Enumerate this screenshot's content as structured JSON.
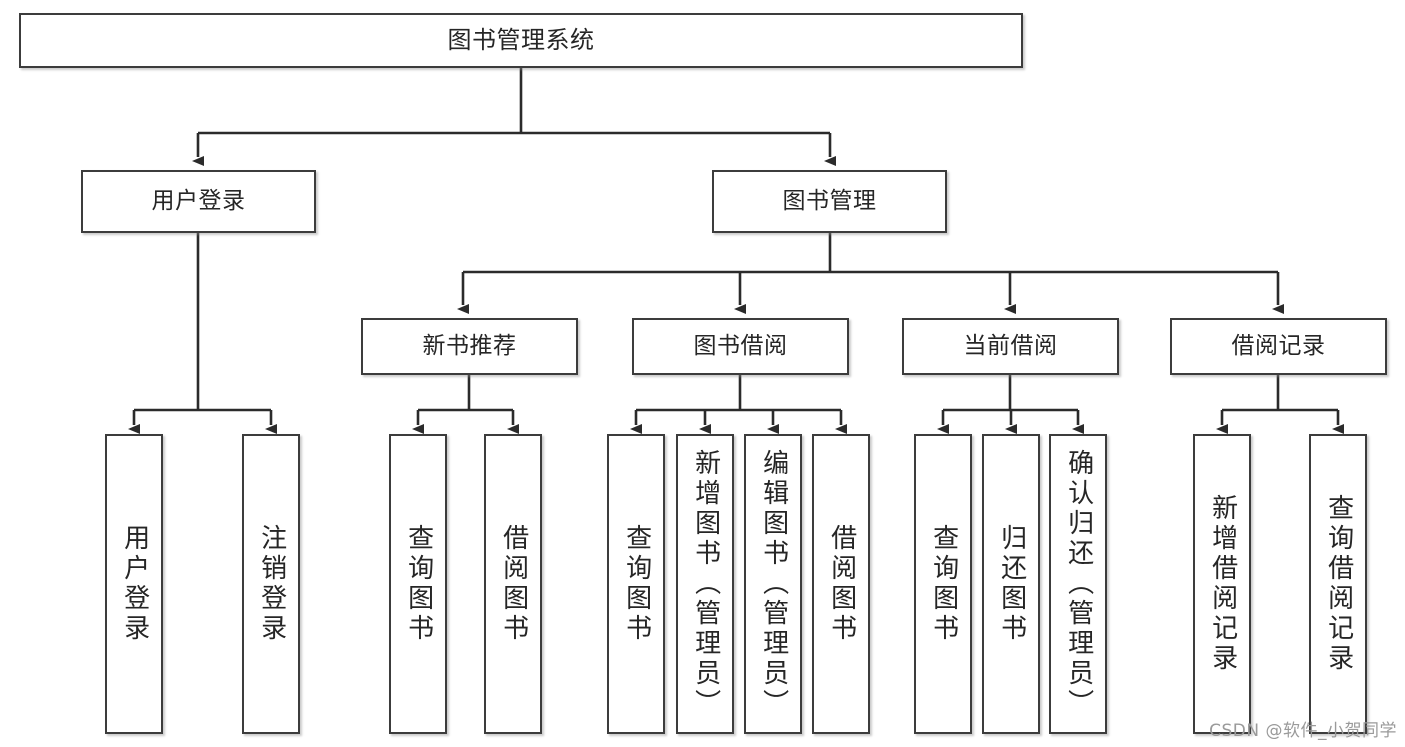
{
  "diagram": {
    "type": "hierarchy-tree",
    "title": "图书管理系统",
    "root": {
      "label": "图书管理系统"
    },
    "level1": [
      {
        "label": "用户登录"
      },
      {
        "label": "图书管理"
      }
    ],
    "level2": [
      {
        "label": "新书推荐"
      },
      {
        "label": "图书借阅"
      },
      {
        "label": "当前借阅"
      },
      {
        "label": "借阅记录"
      }
    ],
    "leaves": {
      "user_login": [
        {
          "label": "用户登录"
        },
        {
          "label": "注销登录"
        }
      ],
      "new_book_recommend": [
        {
          "label": "查询图书"
        },
        {
          "label": "借阅图书"
        }
      ],
      "book_borrow": [
        {
          "label": "查询图书"
        },
        {
          "label": "新增图书（管理员）"
        },
        {
          "label": "编辑图书（管理员）"
        },
        {
          "label": "借阅图书"
        }
      ],
      "current_borrow": [
        {
          "label": "查询图书"
        },
        {
          "label": "归还图书"
        },
        {
          "label": "确认归还（管理员）"
        }
      ],
      "borrow_record": [
        {
          "label": "新增借阅记录"
        },
        {
          "label": "查询借阅记录"
        }
      ]
    }
  },
  "watermark": {
    "text": "CSDN @软件_小贺同学"
  },
  "colors": {
    "box_border": "#3c3c3c",
    "box_fill": "#ffffff",
    "text": "#262626",
    "connector": "#2b2b2b",
    "watermark": "#9a9a9a",
    "background": "#ffffff"
  }
}
